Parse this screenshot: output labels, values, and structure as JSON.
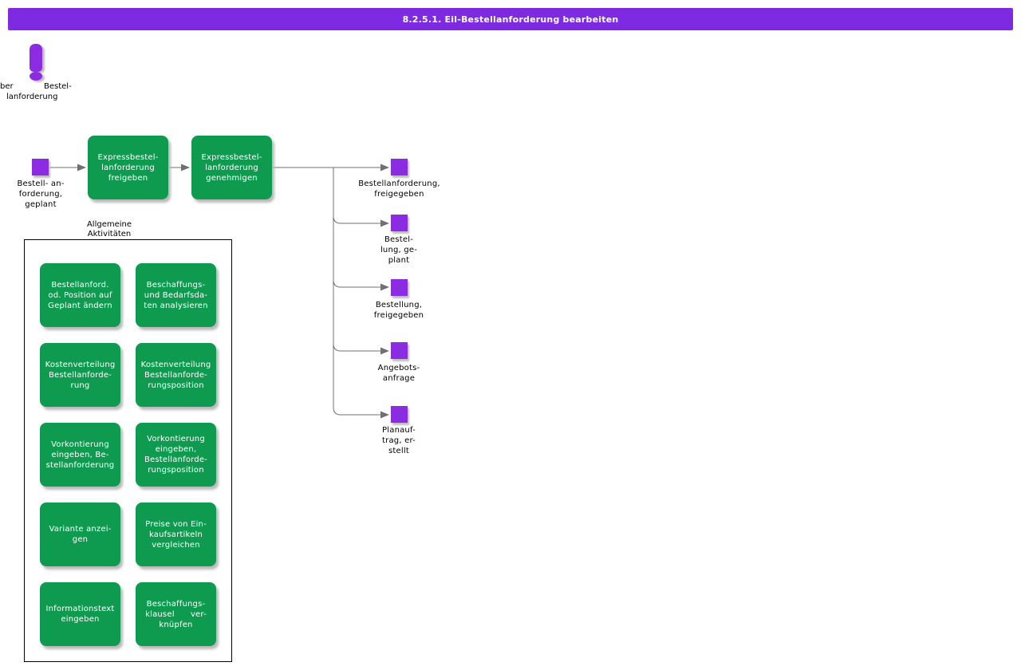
{
  "title_bar": {
    "text": "8.2.5.1. Eil-Bestellanforderung bearbeiten"
  },
  "colors": {
    "title_bg": "#7E2AE2",
    "activity_green": "#0E9B50",
    "event_purple": "#8B2BE2",
    "connector_gray": "#707070",
    "title_text": "#ffffff",
    "activity_text": "#ffffff",
    "label_text": "#000000"
  },
  "note": {
    "icon": "exclamation-icon",
    "fragments": {
      "left": "ber",
      "top": "Bestel-",
      "bottom": "lanforderung"
    }
  },
  "flow": {
    "input_event": {
      "label": "Bestell- an-\nforderung,\ngeplant"
    },
    "activities": [
      {
        "label": "Expressbestel-\nlanforderung\nfreigeben"
      },
      {
        "label": "Expressbestel-\nlanforderung\ngenehmigen"
      }
    ],
    "output_events": [
      {
        "label": "Bestellanforderung,\nfreigegeben"
      },
      {
        "label": "Bestel-\nlung, ge-\nplant"
      },
      {
        "label": "Bestellung,\nfreigegeben"
      },
      {
        "label": "Angebots-\nanfrage"
      },
      {
        "label": "Planauf-\ntrag, er-\nstellt"
      }
    ]
  },
  "general_activities": {
    "title": "Allgemeine\nAktivitäten",
    "items": [
      {
        "label": "Bestellanford.\nod. Position auf\nGeplant ändern"
      },
      {
        "label": "Beschaffungs-\nund Bedarfsda-\nten analysieren"
      },
      {
        "label": "Kostenverteilung\nBestellanforde-\nrung"
      },
      {
        "label": "Kostenverteilung\nBestellanforde-\nrungsposition"
      },
      {
        "label": "Vorkontierung\neingeben, Be-\nstellanforderung"
      },
      {
        "label": "Vorkontierung\neingeben,\nBestellanforde-\nrungsposition"
      },
      {
        "label": "Variante anzei-\ngen"
      },
      {
        "label": "Preise von Ein-\nkaufsartikeln\nvergleichen"
      },
      {
        "label": "Informationstext\neingeben"
      },
      {
        "label": "Beschaffungs-\nklausel      ver-\nknüpfen"
      }
    ]
  }
}
